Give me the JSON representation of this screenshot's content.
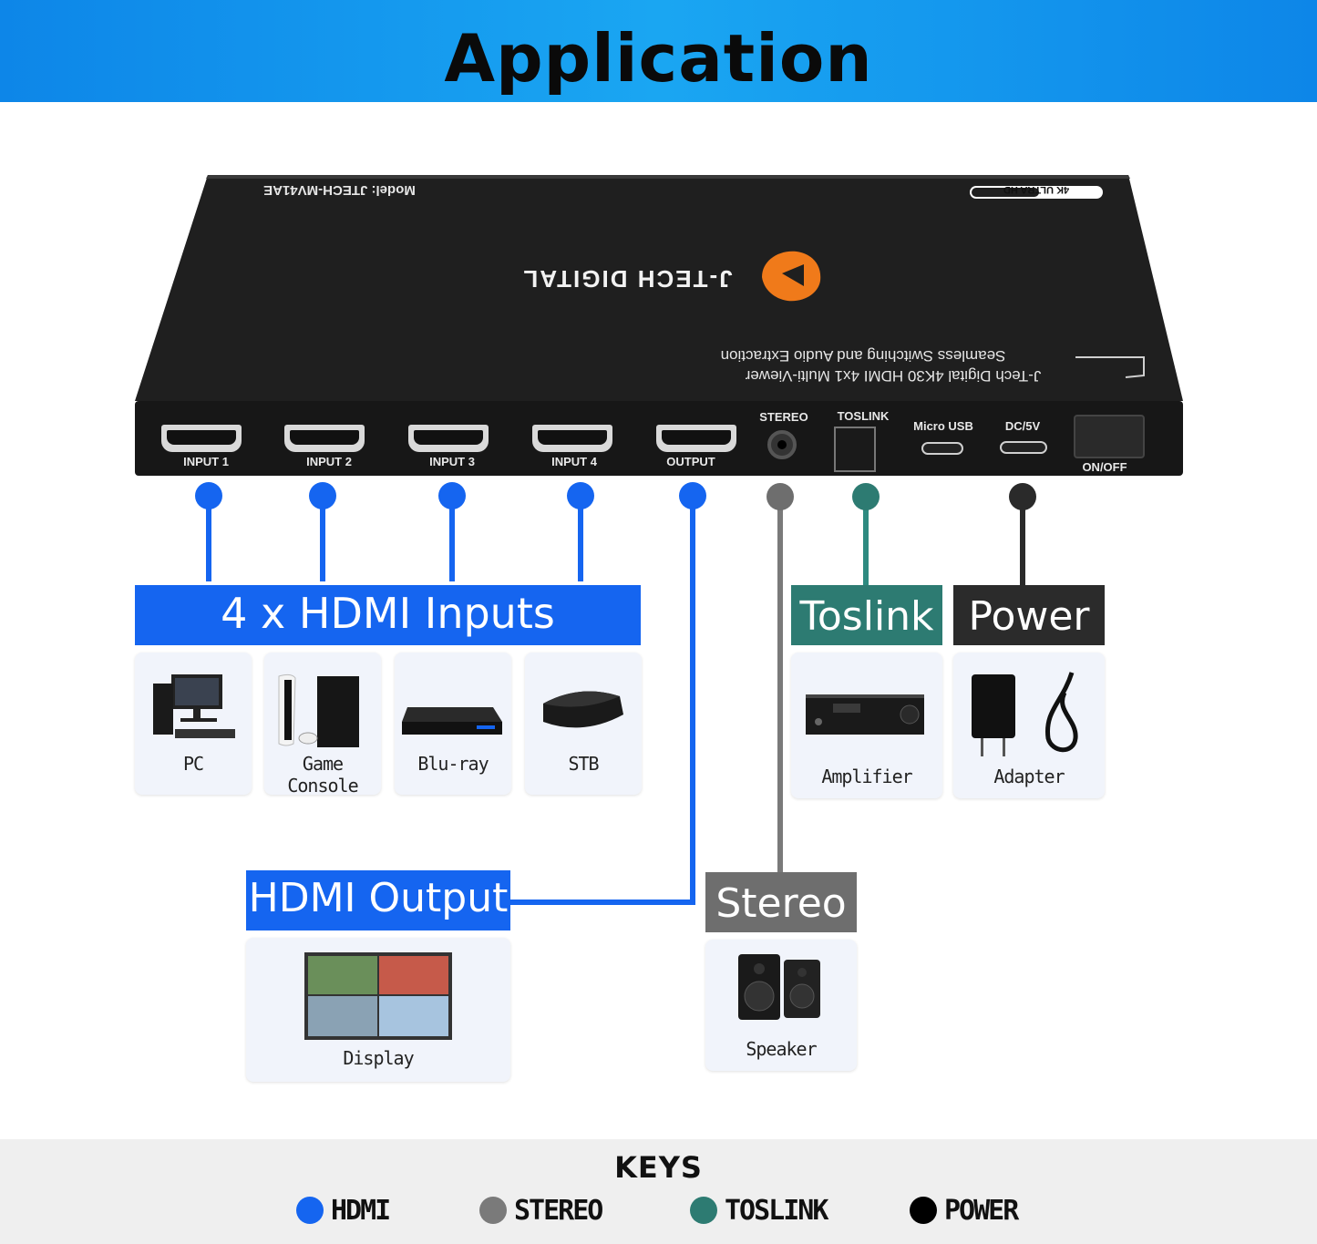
{
  "header": {
    "title": "Application"
  },
  "device": {
    "model_text": "Model: JTECH-MV41AE",
    "brand_text": "J-TECH DIGITAL",
    "badge_text": "4K ULTRA HD",
    "desc_line1": "J-Tech Digital 4K30 HDMI 4x1 Multi-Viewer",
    "desc_line2": "Seamless Switching and Audio Extraction",
    "ports": [
      "INPUT 1",
      "INPUT 2",
      "INPUT 3",
      "INPUT 4",
      "OUTPUT",
      "STEREO",
      "TOSLINK",
      "Micro USB",
      "DC/5V",
      "ON/OFF"
    ]
  },
  "colors": {
    "hdmi": "#1565f0",
    "stereo": "#6e6e6e",
    "toslink": "#2d7b72",
    "power": "#111111",
    "banner": "#1a9cf0"
  },
  "groups": {
    "inputs": {
      "title": "4 x HDMI Inputs",
      "items": [
        "PC",
        "Game Console",
        "Blu-ray",
        "STB"
      ]
    },
    "toslink": {
      "title": "Toslink",
      "items": [
        "Amplifier"
      ]
    },
    "power": {
      "title": "Power",
      "items": [
        "Adapter"
      ]
    },
    "output": {
      "title": "HDMI Output",
      "items": [
        "Display"
      ]
    },
    "stereo": {
      "title": "Stereo",
      "items": [
        "Speaker"
      ]
    }
  },
  "keys": {
    "title": "KEYS",
    "items": [
      {
        "label": "HDMI",
        "color": "#1565f0"
      },
      {
        "label": "STEREO",
        "color": "#7a7a7a"
      },
      {
        "label": "TOSLINK",
        "color": "#2d7b72"
      },
      {
        "label": "POWER",
        "color": "#000000"
      }
    ]
  }
}
